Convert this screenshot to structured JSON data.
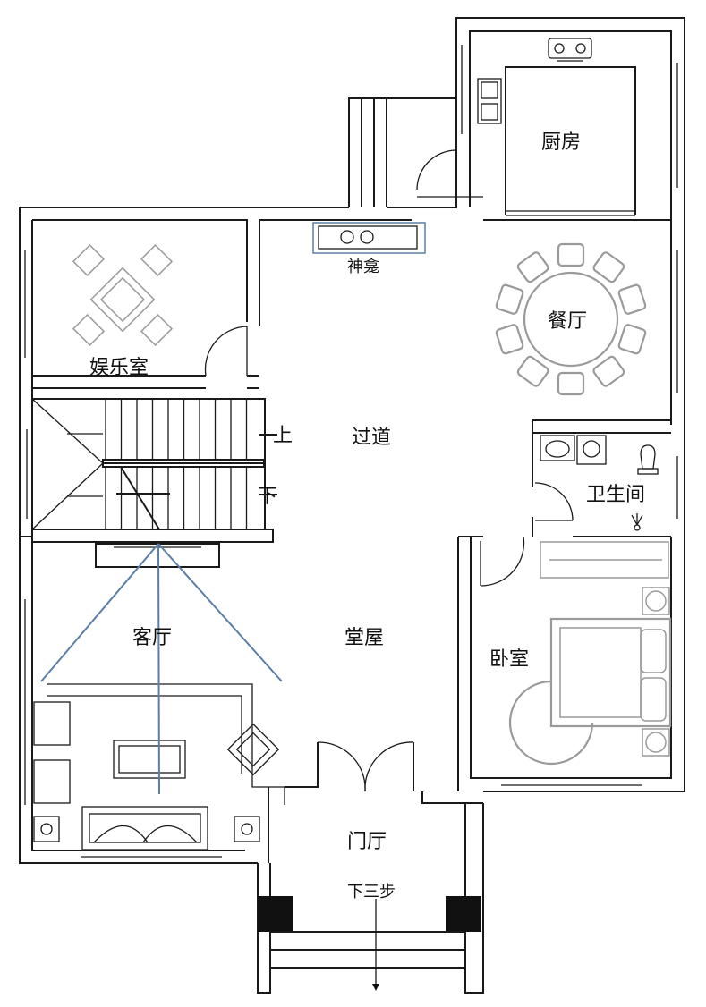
{
  "rooms": {
    "kitchen": "厨房",
    "shrine": "神龛",
    "entertainment": "娱乐室",
    "dining": "餐厅",
    "corridor": "过道",
    "bathroom": "卫生间",
    "living": "客厅",
    "main_hall": "堂屋",
    "bedroom": "卧室",
    "foyer": "门厅"
  },
  "annotations": {
    "stair_up": "上",
    "stair_down": "下",
    "steps_down": "下三步"
  },
  "colors": {
    "walls": "#1a1a1a",
    "furniture": "#9a9a9a",
    "view_lines": "#5b7ea8",
    "columns": "#111111"
  },
  "icons": [
    "stove-icon",
    "sink-icon",
    "shrine-altar-icon",
    "mahjong-table-icon",
    "round-dining-table-icon",
    "toilet-icon",
    "washbasin-icon",
    "wardrobe-icon",
    "double-bed-icon",
    "sofa-icon",
    "coffee-table-icon",
    "tv-cabinet-icon"
  ]
}
